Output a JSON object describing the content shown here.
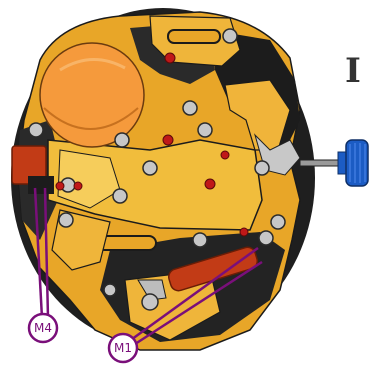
{
  "figure": {
    "title_mark": "I",
    "callouts": [
      {
        "label": "M4"
      },
      {
        "label": "M1"
      }
    ]
  },
  "colors": {
    "plate": "#e8a628",
    "plate_light": "#f4c55a",
    "background": "#ffffff",
    "dark": "#222222",
    "outline": "#1b1b1b",
    "battery": "#f59a3c",
    "coil": "#c23b16",
    "ruby": "#c01818",
    "steel": "#bdbdbd",
    "crown": "#1c5cc4",
    "callout": "#7a0f7a"
  }
}
